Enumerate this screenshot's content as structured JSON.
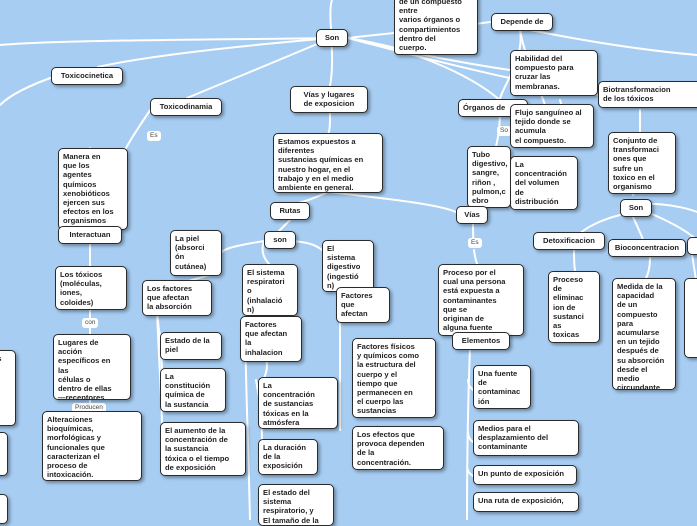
{
  "nodes": {
    "son_top": "Son",
    "compuesto_top": "de un compuesto\nentre\nvarios órganos o\ncompartimientos\ndentro del\ncuerpo.",
    "depende_de": "Depende de",
    "toxicocinetica": "Toxicocinetica",
    "toxicodinamia": "Toxicodinamia",
    "vias_lugares": "Vías y lugares\nde exposicion",
    "habilidad": "Habilidad del\ncompuesto para\ncruzar las\nmembranas.",
    "biotransformacion": "Biotransformacion\nde los tóxicos",
    "organos_de": "Órganos de",
    "flujo": "Flujo sanguíneo al\ntejido donde se\nacumula\nel compuesto.",
    "manera": "Manera en\nque los\nagentes\nquímicos\nxenobióticos\nejercen sus\nefectos en los\norganismos",
    "estamos": "Estamos expuestos a\ndiferentes\nsustancias químicas en\nnuestro hogar, en el\ntrabajo y en el medio\nambiente en general.",
    "tubo": "Tubo\ndigestivo,\nsangre,\nriñon ,\npulmon,c\nebro",
    "concentracion_vol": "La\nconcentración\ndel volumen\nde\ndistribución",
    "conjunto": "Conjunto de\ntransformaci\nones que\nsufre un\ntoxico  en el\norganismo",
    "rutas": "Rutas",
    "vias": "Vías",
    "son_right": "Son",
    "interactuan": "Interactuan",
    "son_mid": "son",
    "piel": "La piel\n(absorci\nón\ncutánea)",
    "digestivo": "El\nsistema\ndigestivo\n(ingestió\nn)",
    "detoxificacion": "Detoxificacion",
    "bioconcentracion": "Bioconcentracion",
    "respiratorio": "El sistema\nrespiratori\no\n(inhalació\nn)",
    "toxicos": "Los tóxicos\n(moléculas,\niones,\ncoloides)",
    "factores_absorcion": "Los factores\nque afectan\nla absorción",
    "factores_afectan": "Factores\nque\nafectan",
    "proceso_persona": "Proceso por el\ncual una persona\nestá expuesta a\ncontaminantes\nque se\noriginan de\nalguna fuente",
    "proceso_eliminacion": "Proceso\nde\neliminac\nion de\nsustanci\nas\ntoxicas",
    "medida": "Medida de la\ncapacidad\nde un\ncompuesto\npara\nacumularse\nen un tejido\ndespués de\nsu absorción\ndesde el\nmedio\ncircundante",
    "factores_inhalacion": "Factores\nque afectan\nla\ninhalacion",
    "estado_piel": "Estado de la\npiel",
    "elementos": "Elementos",
    "lugares": "Lugares de\nacción\nespecíficos en\nlas\ncélulas o\ndentro de ellas\n—receptores",
    "factores_fisicos": "Factores físicos\ny químicos como\nla estructura del\ncuerpo y el\ntiempo que\npermanecen en\nel cuerpo las\nsustancias",
    "fuente": "Una fuente\nde\ncontaminac\nión",
    "constitucion": "La\nconstitución\nquímica de\nla sustancia",
    "concentracion_atm": "La\nconcentración\nde sustancias\ntóxicas en la\natmósfera",
    "alteraciones": "Alteraciones\nbioquímicas,\nmorfológicas y\nfuncionales que\ncaracterizan el\nproceso de\nintoxicación.",
    "aumento": "El aumento de la\nconcentración de\nla sustancia\ntóxica o el tiempo\nde exposición",
    "efectos": "Los efectos que\nprovoca dependen\nde la\nconcentración.",
    "medios": "Medios para el\ndesplazamiento del\ncontaminante",
    "duracion": "La duración\nde la\nexposición",
    "punto": "Un punto de exposición",
    "estado_sistema": "El estado del\nsistema\nrespiratorio, y\nEl tamaño de la",
    "ruta": "Una ruta de exposición,",
    "edge_as": "as"
  },
  "labels": {
    "es_left": "Es",
    "so_mid": "So",
    "es_right": "Es",
    "con": "con",
    "producen": "Producen"
  },
  "colors": {
    "background": "#a7cdf2",
    "line": "#ffffff",
    "border": "#2b2b2b"
  }
}
